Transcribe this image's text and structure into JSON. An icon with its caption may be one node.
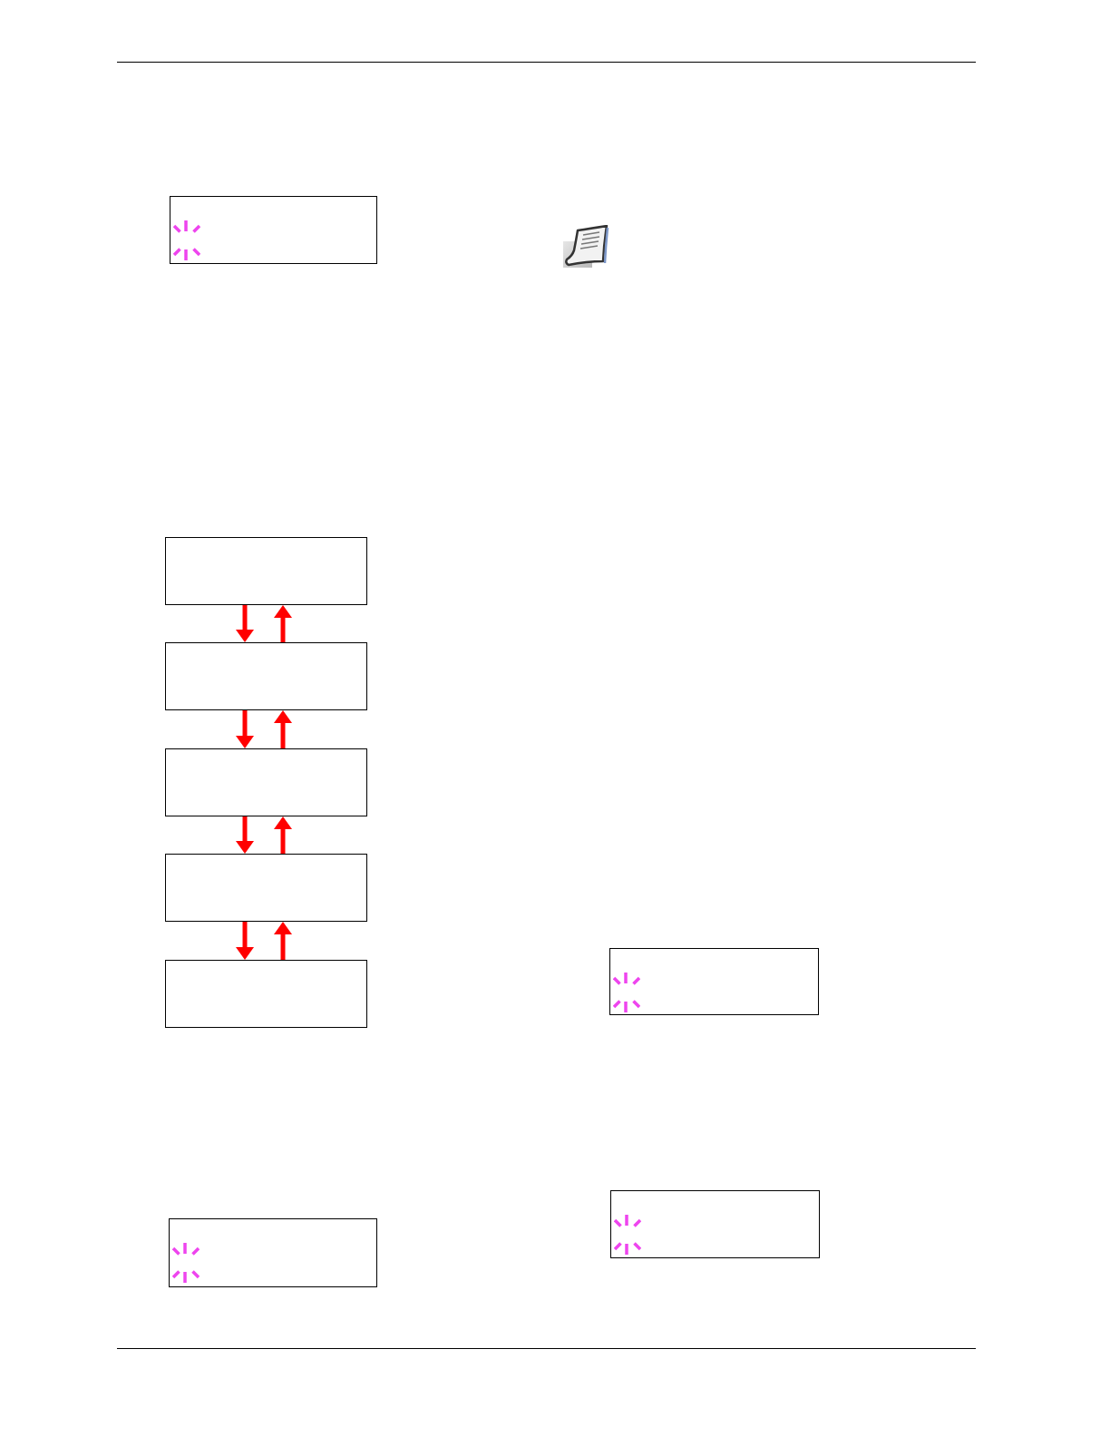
{
  "diagram": {
    "nodes": [
      {
        "text": [],
        "shape": "box"
      },
      {
        "text": [],
        "shape": "box"
      },
      {
        "text": [],
        "shape": "box"
      },
      {
        "text": [],
        "shape": "box"
      },
      {
        "text": [],
        "shape": "box"
      },
      {
        "text": [],
        "shape": "box"
      },
      {
        "text": [],
        "shape": "box"
      },
      {
        "text": [],
        "shape": "box"
      },
      {
        "text": [],
        "shape": "box"
      }
    ],
    "edges": [
      {
        "from": 1,
        "to": 2,
        "arrow": "to"
      },
      {
        "from": 2,
        "to": 1,
        "arrow": "to"
      },
      {
        "from": 2,
        "to": 3,
        "arrow": "to"
      },
      {
        "from": 3,
        "to": 2,
        "arrow": "to"
      },
      {
        "from": 3,
        "to": 4,
        "arrow": "to"
      },
      {
        "from": 4,
        "to": 3,
        "arrow": "to"
      },
      {
        "from": 4,
        "to": 5,
        "arrow": "to"
      },
      {
        "from": 5,
        "to": 4,
        "arrow": "to"
      }
    ]
  }
}
